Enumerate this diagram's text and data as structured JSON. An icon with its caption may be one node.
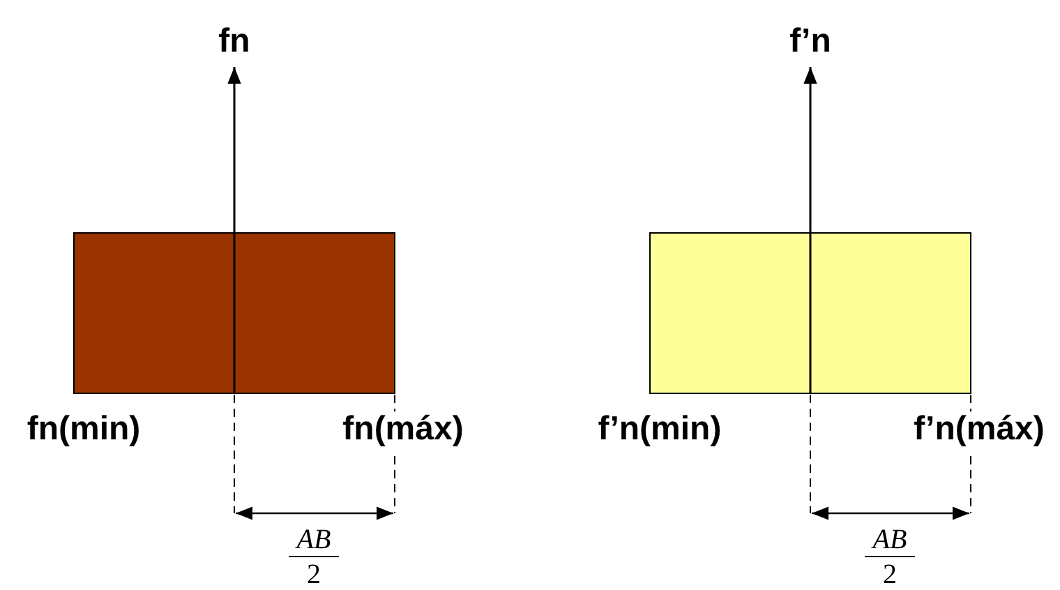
{
  "diagram": {
    "nodes": [
      {
        "text": [],
        "shape": "box"
      },
      {
        "text": [],
        "shape": "box"
      }
    ],
    "labels": [
      "fn",
      "fn(min)",
      "fn(máx)",
      "AB",
      "2",
      "f’n",
      "f’n(min)",
      "f’n(máx)",
      "AB",
      "2"
    ]
  }
}
